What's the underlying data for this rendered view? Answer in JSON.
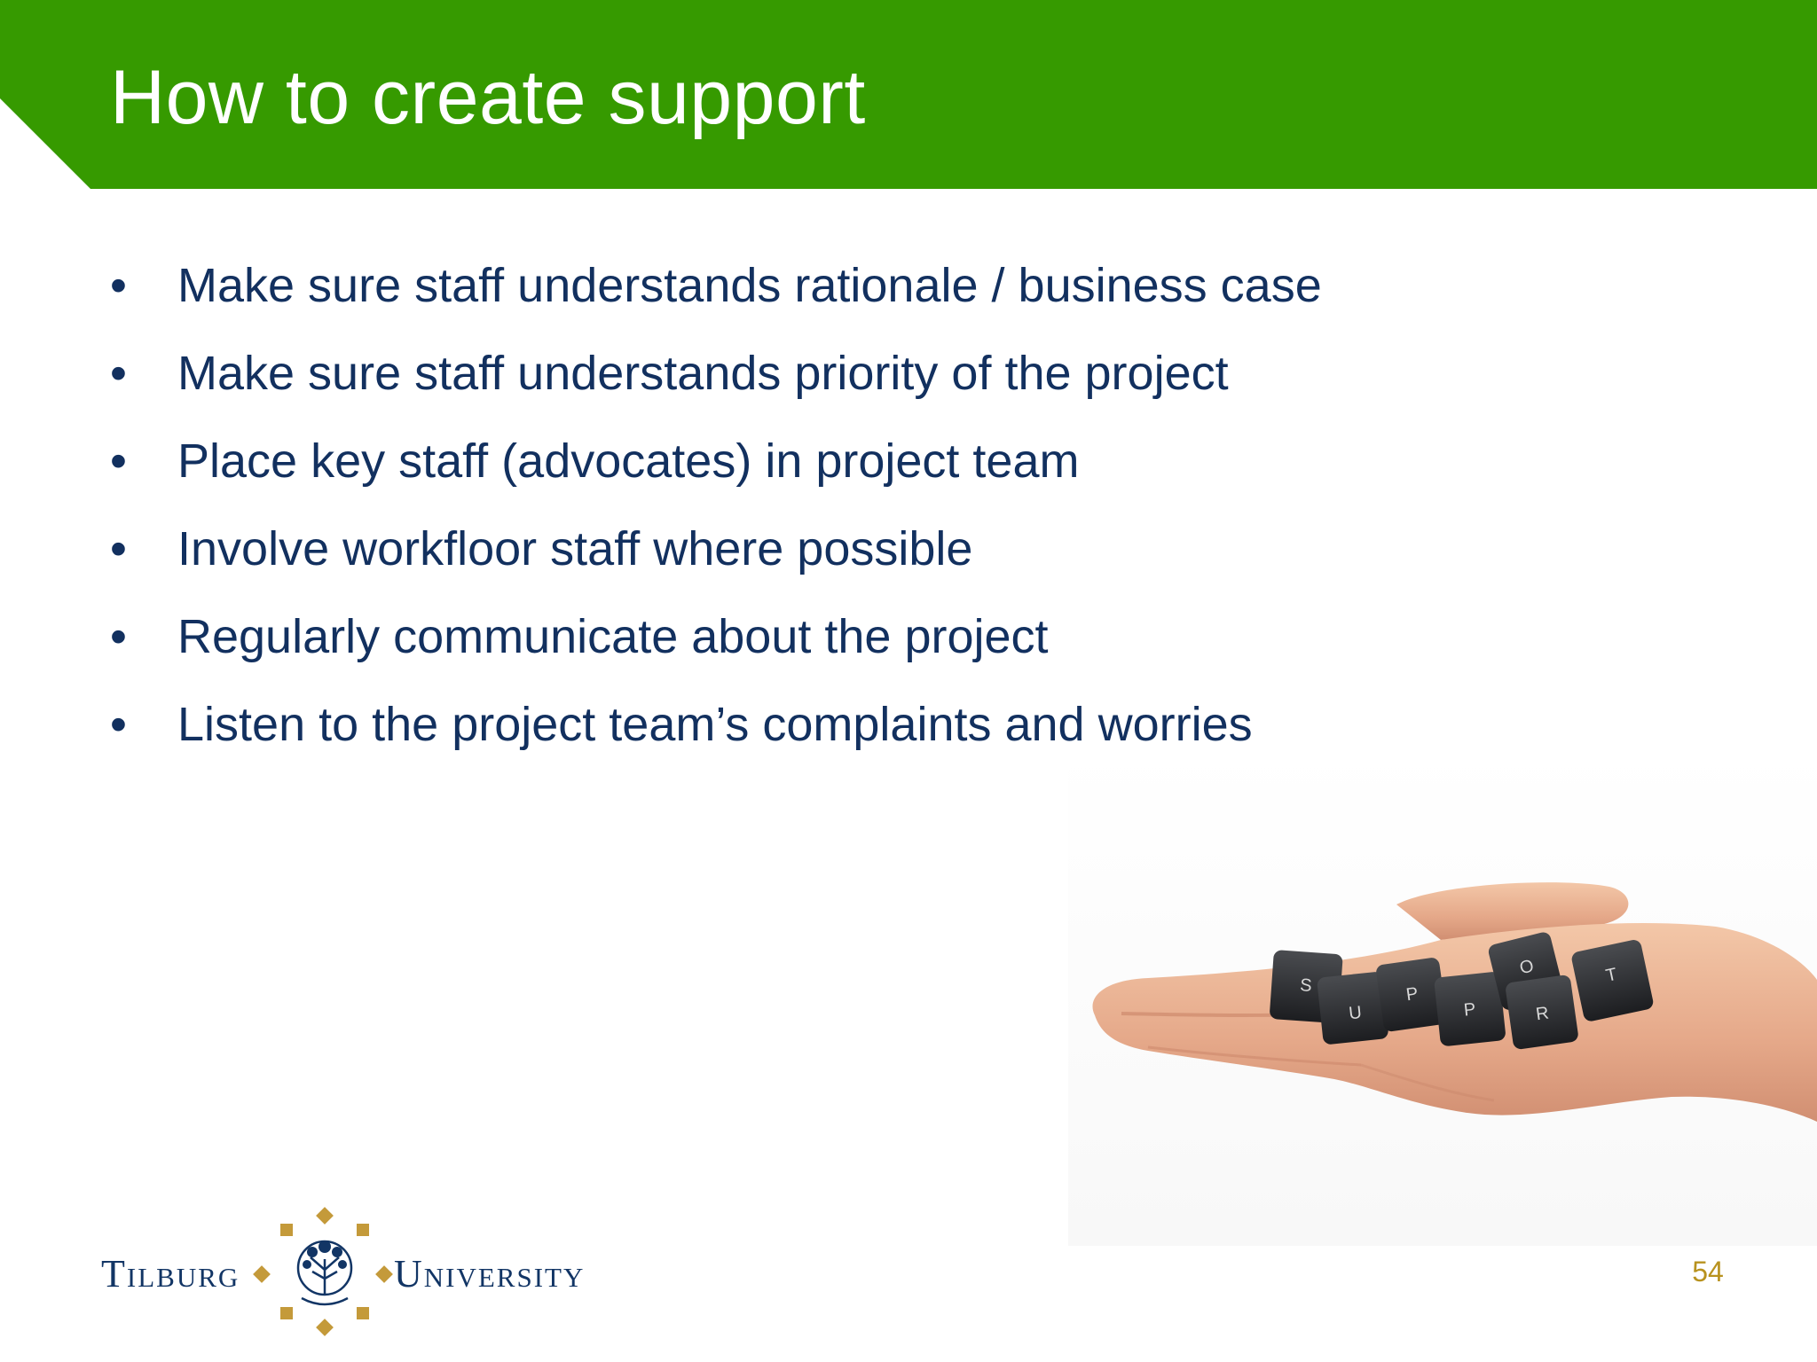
{
  "slide": {
    "title": "How to create support",
    "bullets": [
      "Make sure staff understands rationale / business case",
      "Make sure staff understands priority of the project",
      "Place key staff (advocates) in project team",
      "Involve workfloor staff where possible",
      "Regularly communicate about the project",
      "Listen to the project team’s complaints and worries"
    ],
    "bullet_glyph": "•",
    "page_number": "54",
    "photo_keys": [
      "S",
      "U",
      "P",
      "P",
      "O",
      "R",
      "T"
    ]
  },
  "logo": {
    "left_word": "Tilburg",
    "right_word": "University"
  },
  "colors": {
    "header_green": "#369a00",
    "text_navy": "#12305f",
    "page_number_gold": "#b8921e",
    "logo_gold": "#c49a3a"
  }
}
